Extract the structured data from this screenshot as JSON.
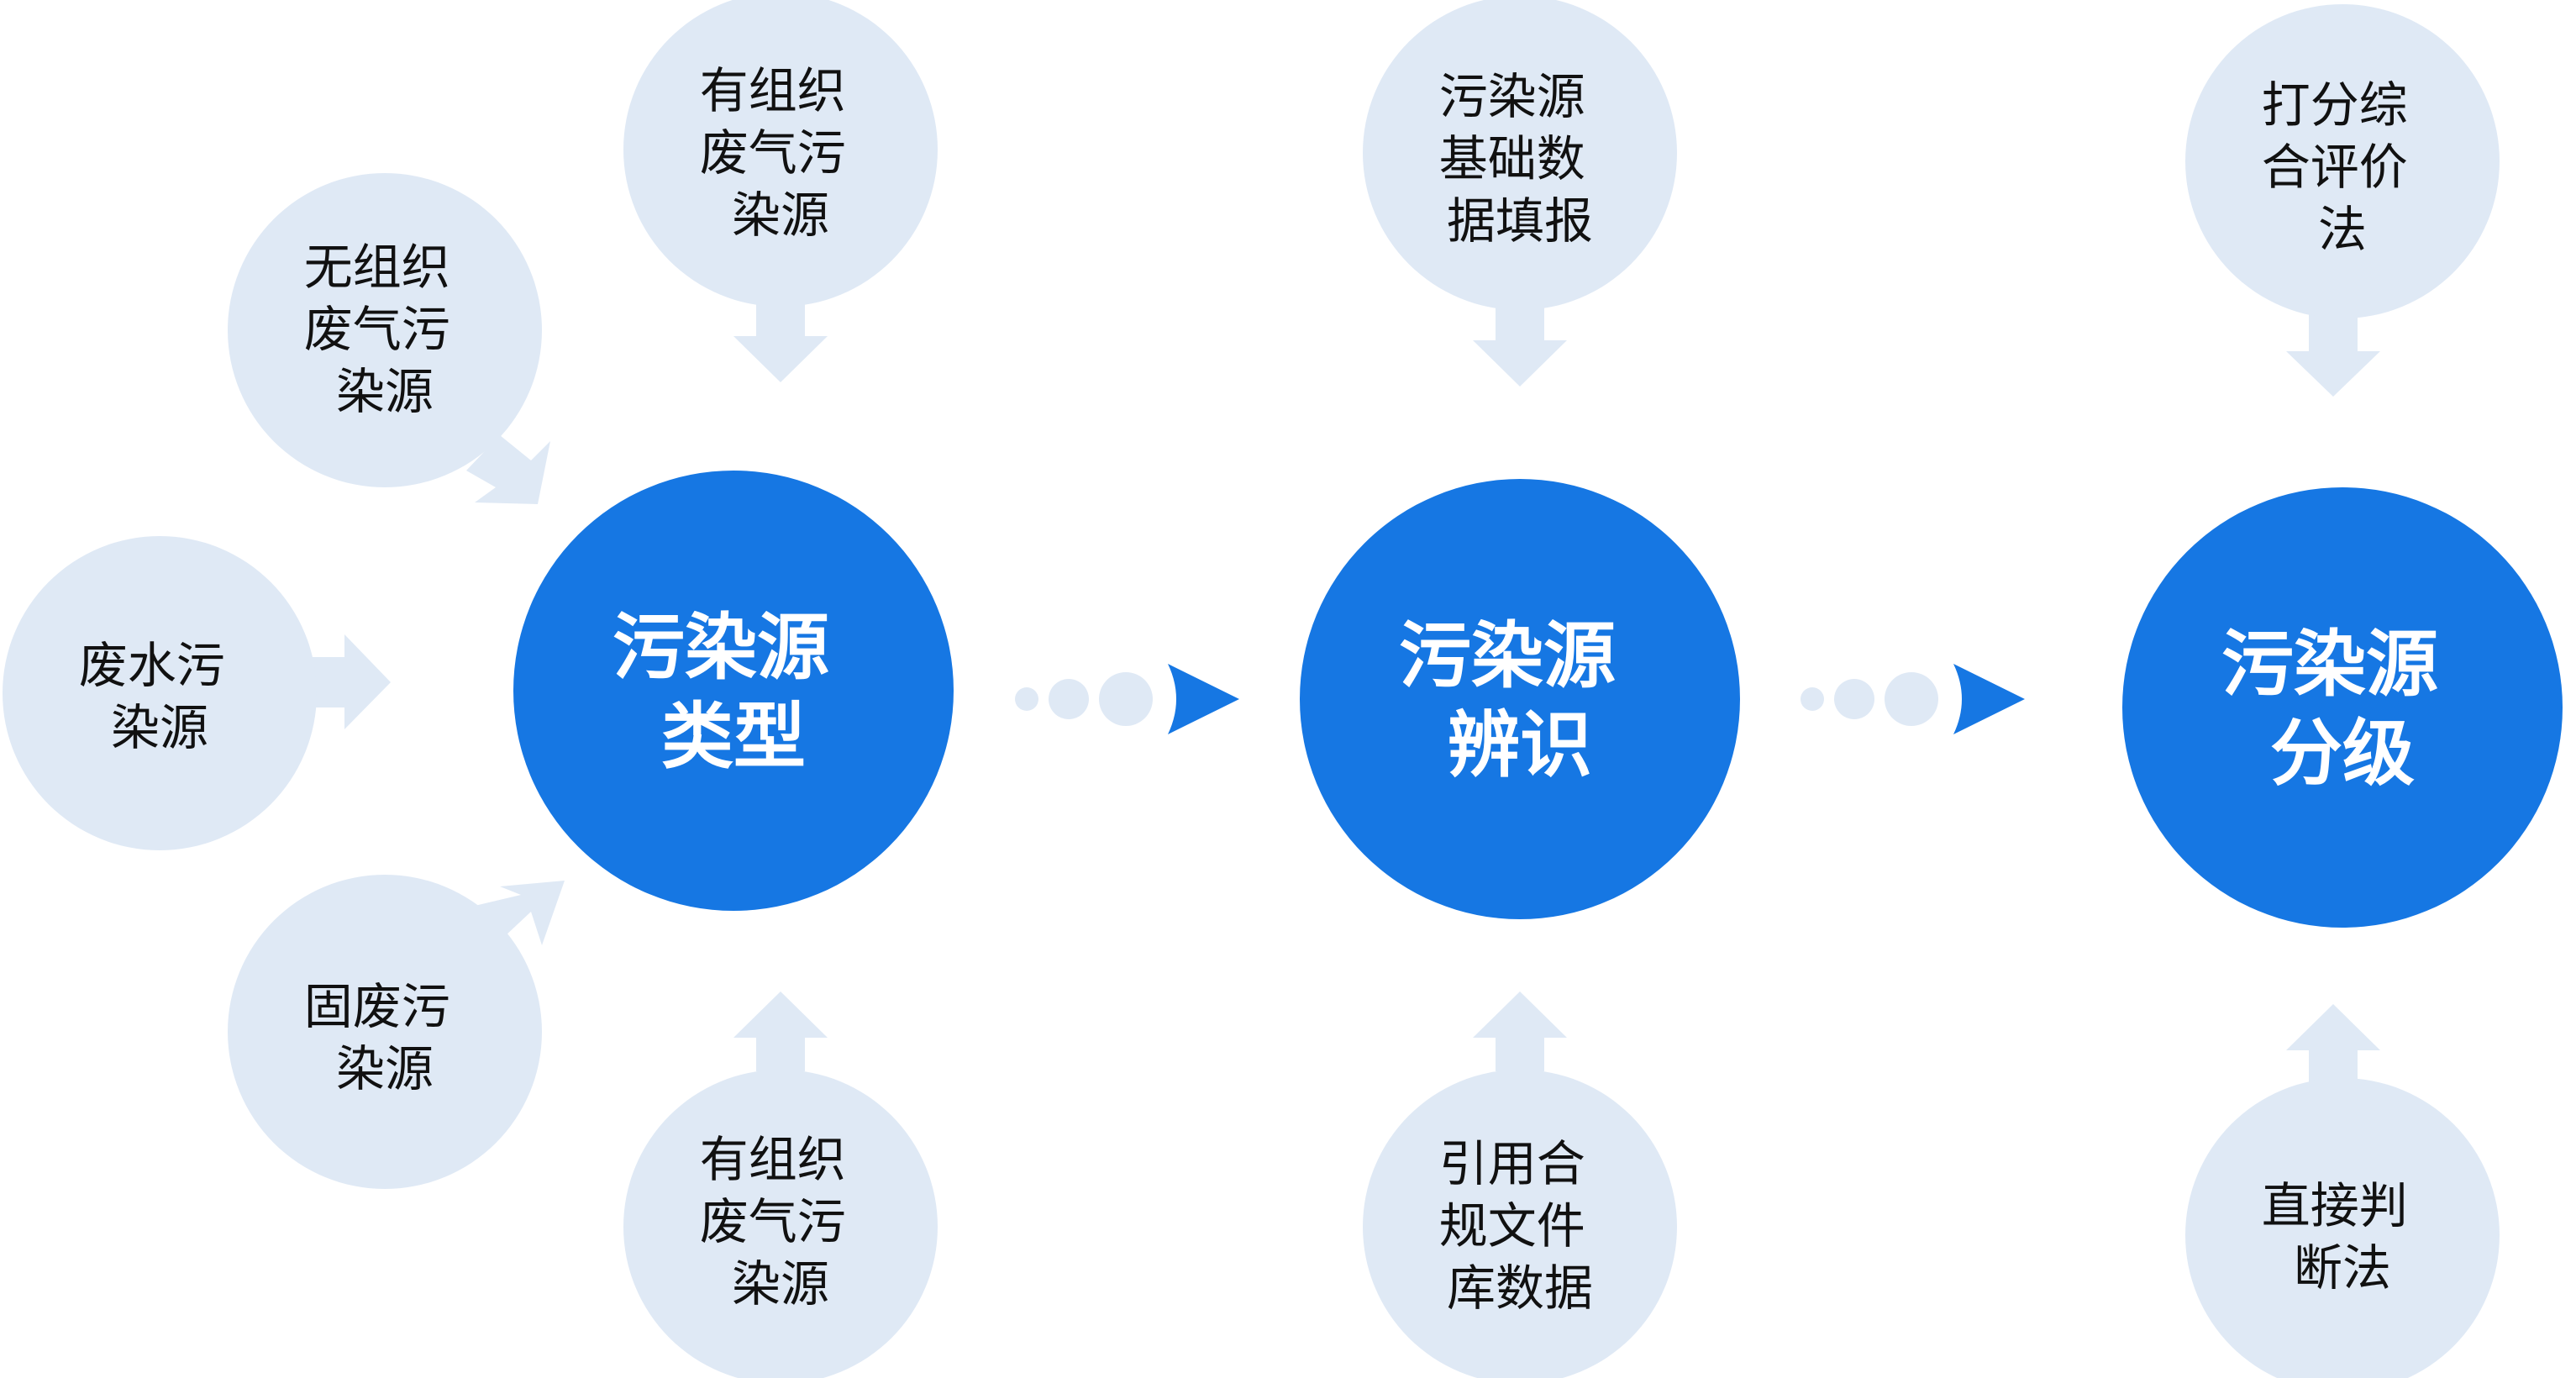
{
  "colors": {
    "main_circle": "#1677e3",
    "small_circle": "#dfe9f5",
    "arrow": "#dfe9f5",
    "connector_dots": "#dfe9f5",
    "connector_arrow": "#1677e3",
    "small_text": "#111111",
    "main_text": "#ffffff"
  },
  "stages": [
    {
      "id": "type",
      "lines": [
        "污染源",
        "类型"
      ]
    },
    {
      "id": "identify",
      "lines": [
        "污染源",
        "辨识"
      ]
    },
    {
      "id": "grade",
      "lines": [
        "污染源",
        "分级"
      ]
    }
  ],
  "inputs": [
    {
      "id": "organized-gas-top",
      "stage": "type",
      "direction": "top",
      "lines": [
        "有组织",
        "废气污",
        "染源"
      ]
    },
    {
      "id": "unorganized-gas",
      "stage": "type",
      "direction": "upper-left",
      "lines": [
        "无组织",
        "废气污",
        "染源"
      ]
    },
    {
      "id": "wastewater",
      "stage": "type",
      "direction": "left",
      "lines": [
        "废水污",
        "染源"
      ]
    },
    {
      "id": "solid-waste",
      "stage": "type",
      "direction": "lower-left",
      "lines": [
        "固废污",
        "染源"
      ]
    },
    {
      "id": "organized-gas-bottom",
      "stage": "type",
      "direction": "bottom",
      "lines": [
        "有组织",
        "废气污",
        "染源"
      ]
    },
    {
      "id": "basic-data",
      "stage": "identify",
      "direction": "top",
      "lines": [
        "污染源",
        "基础数",
        "据填报"
      ]
    },
    {
      "id": "compliance-library",
      "stage": "identify",
      "direction": "bottom",
      "lines": [
        "引用合",
        "规文件",
        "库数据"
      ]
    },
    {
      "id": "scoring-method",
      "stage": "grade",
      "direction": "top",
      "lines": [
        "打分综",
        "合评价",
        "法"
      ]
    },
    {
      "id": "direct-judgment",
      "stage": "grade",
      "direction": "bottom",
      "lines": [
        "直接判",
        "断法"
      ]
    }
  ]
}
